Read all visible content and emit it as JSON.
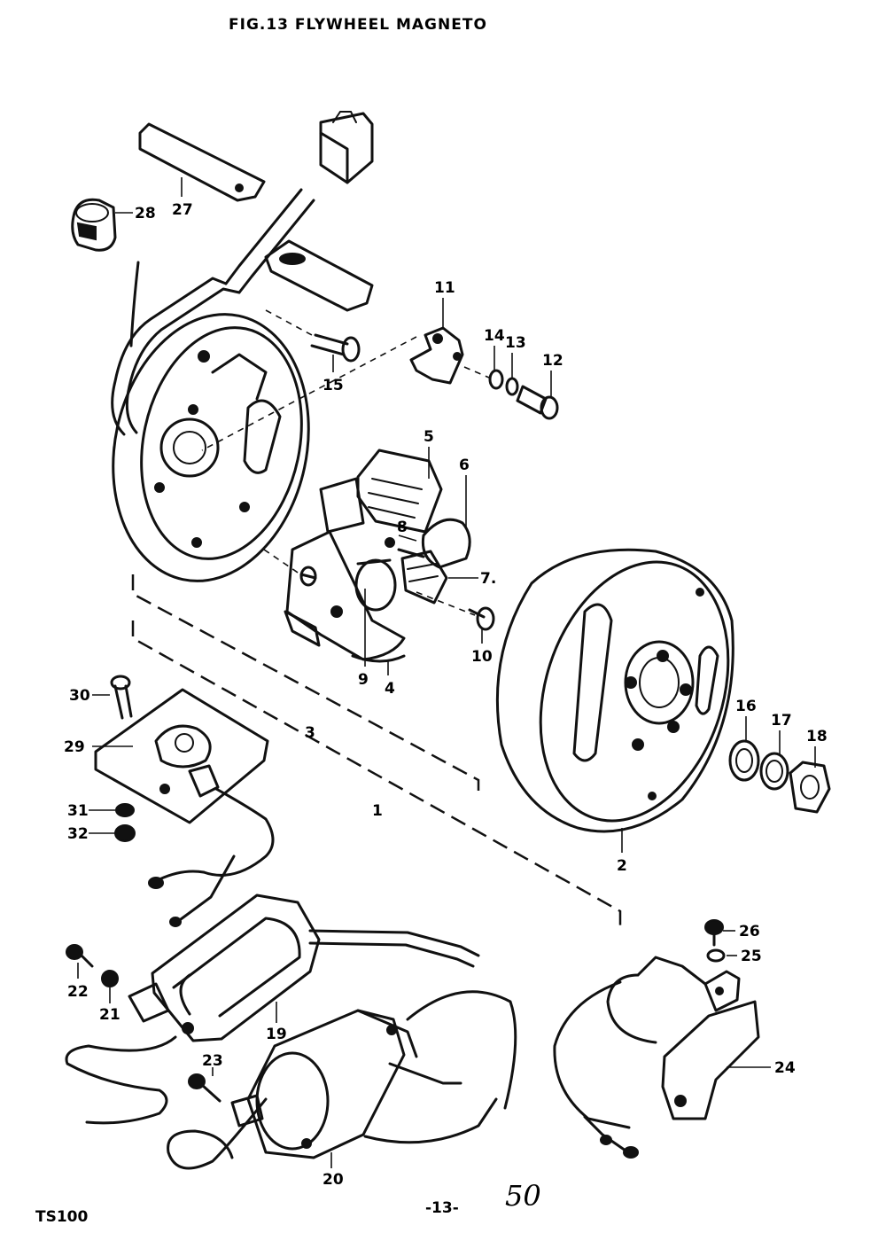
{
  "figure": {
    "title": "FIG.13 FLYWHEEL MAGNETO",
    "model": "TS100",
    "page_number": "-13-",
    "handwritten_note": "50"
  },
  "callouts": [
    {
      "id": "c1",
      "label": "1"
    },
    {
      "id": "c2",
      "label": "2"
    },
    {
      "id": "c3",
      "label": "3"
    },
    {
      "id": "c4",
      "label": "4"
    },
    {
      "id": "c5",
      "label": "5"
    },
    {
      "id": "c6",
      "label": "6"
    },
    {
      "id": "c7",
      "label": "7."
    },
    {
      "id": "c8",
      "label": "8"
    },
    {
      "id": "c9",
      "label": "9"
    },
    {
      "id": "c10",
      "label": "10"
    },
    {
      "id": "c11",
      "label": "11"
    },
    {
      "id": "c12",
      "label": "12"
    },
    {
      "id": "c13",
      "label": "13"
    },
    {
      "id": "c14",
      "label": "14"
    },
    {
      "id": "c15",
      "label": "15"
    },
    {
      "id": "c16",
      "label": "16"
    },
    {
      "id": "c17",
      "label": "17"
    },
    {
      "id": "c18",
      "label": "18"
    },
    {
      "id": "c19",
      "label": "19"
    },
    {
      "id": "c20",
      "label": "20"
    },
    {
      "id": "c21",
      "label": "21"
    },
    {
      "id": "c22",
      "label": "22"
    },
    {
      "id": "c23",
      "label": "23"
    },
    {
      "id": "c24",
      "label": "24"
    },
    {
      "id": "c25",
      "label": "25"
    },
    {
      "id": "c26",
      "label": "26"
    },
    {
      "id": "c27",
      "label": "27"
    },
    {
      "id": "c28",
      "label": "28"
    },
    {
      "id": "c29",
      "label": "29"
    },
    {
      "id": "c30",
      "label": "30"
    },
    {
      "id": "c31",
      "label": "31"
    },
    {
      "id": "c32",
      "label": "32"
    }
  ]
}
